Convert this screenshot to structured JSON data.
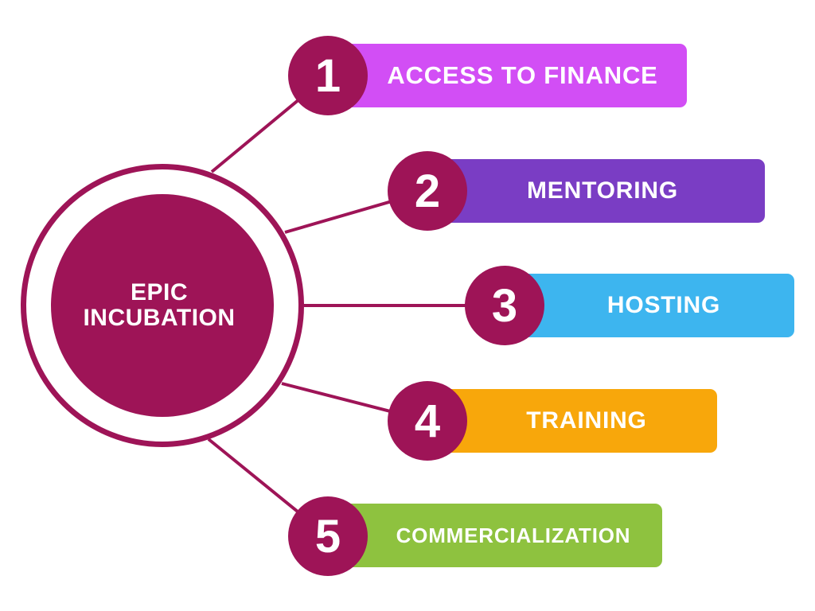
{
  "center": {
    "title": "EPIC\nINCUBATION"
  },
  "items": [
    {
      "number": "1",
      "label": "ACCESS TO FINANCE",
      "color": "#d24ef5"
    },
    {
      "number": "2",
      "label": "MENTORING",
      "color": "#7a3dc4"
    },
    {
      "number": "3",
      "label": "HOSTING",
      "color": "#3db5ef"
    },
    {
      "number": "4",
      "label": "TRAINING",
      "color": "#f8a70b"
    },
    {
      "number": "5",
      "label": "COMMERCIALIZATION",
      "color": "#8ec23f"
    }
  ],
  "colors": {
    "accent": "#9e1457",
    "background": "#ffffff"
  }
}
